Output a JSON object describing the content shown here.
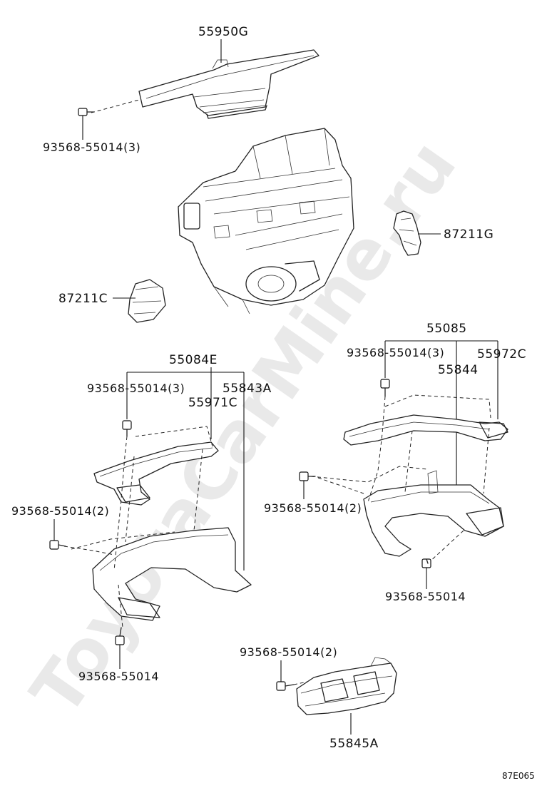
{
  "watermark": "ToyotaCarMine.ru",
  "diagram_code": "87E065",
  "labels": {
    "top_louver": "55950G",
    "top_screw": "93568-55014(3)",
    "right_damper": "87211G",
    "left_damper": "87211C",
    "left_duct_assy": "55084E",
    "left_screw_top": "93568-55014(3)",
    "left_duct_a": "55843A",
    "left_duct_c": "55971C",
    "left_screw_mid": "93568-55014(2)",
    "left_screw_bottom": "93568-55014",
    "right_duct_assy": "55085",
    "right_screw_top": "93568-55014(3)",
    "right_duct_c": "55972C",
    "right_duct": "55844",
    "right_screw_mid": "93568-55014(2)",
    "right_screw_bottom": "93568-55014",
    "bottom_screw": "93568-55014(2)",
    "bottom_duct": "55845A"
  }
}
